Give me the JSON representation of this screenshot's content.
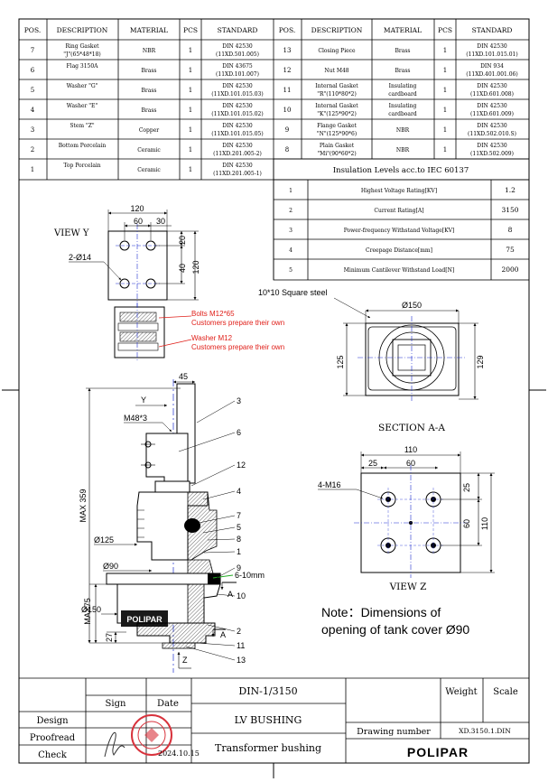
{
  "parts_table": {
    "headers": [
      "POS.",
      "DESCRIPTION",
      "MATERIAL",
      "PCS",
      "STANDARD"
    ],
    "left_rows": [
      {
        "pos": "7",
        "desc1": "Ring Gasket",
        "desc2": "\"J\"(65*48*18)",
        "material": "NBR",
        "pcs": "1",
        "std1": "DIN 42530",
        "std2": "(11XD.501.005)"
      },
      {
        "pos": "6",
        "desc1": "Flag 3150A",
        "desc2": "",
        "material": "Brass",
        "pcs": "1",
        "std1": "DIN 43675",
        "std2": "(11XD.101.007)"
      },
      {
        "pos": "5",
        "desc1": "Washer \"G\"",
        "desc2": "",
        "material": "Brass",
        "pcs": "1",
        "std1": "DIN 42530",
        "std2": "(11XD.101.015.03)"
      },
      {
        "pos": "4",
        "desc1": "Washer \"E\"",
        "desc2": "",
        "material": "Brass",
        "pcs": "1",
        "std1": "DIN 42530",
        "std2": "(11XD.101.015.02)"
      },
      {
        "pos": "3",
        "desc1": "Stem \"Z\"",
        "desc2": "",
        "material": "Copper",
        "pcs": "1",
        "std1": "DIN 42530",
        "std2": "(11XD.101.015.05)"
      },
      {
        "pos": "2",
        "desc1": "Bottom Porcelain",
        "desc2": "",
        "material": "Ceramic",
        "pcs": "1",
        "std1": "DIN 42530",
        "std2": "(11XD.201.005-2)"
      },
      {
        "pos": "1",
        "desc1": "Top Porcelain",
        "desc2": "",
        "material": "Ceramic",
        "pcs": "1",
        "std1": "DIN 42530",
        "std2": "(11XD.201.005-1)"
      }
    ],
    "right_rows": [
      {
        "pos": "13",
        "desc1": "Closing Piece",
        "desc2": "",
        "material": "Brass",
        "material2": "",
        "pcs": "1",
        "std1": "DIN 42530",
        "std2": "(11XD.101.015.01)"
      },
      {
        "pos": "12",
        "desc1": "Nut M48",
        "desc2": "",
        "material": "Brass",
        "material2": "",
        "pcs": "1",
        "std1": "DIN 934",
        "std2": "(11XD.401.001.06)"
      },
      {
        "pos": "11",
        "desc1": "Internal Gasket",
        "desc2": "\"R\"(110*80*2)",
        "material": "Insulating",
        "material2": "cardboard",
        "pcs": "1",
        "std1": "DIN 42530",
        "std2": "(11XD.601.008)"
      },
      {
        "pos": "10",
        "desc1": "Internal Gasket",
        "desc2": "\"K\"(125*90*2)",
        "material": "Insulating",
        "material2": "cardboard",
        "pcs": "1",
        "std1": "DIN 42530",
        "std2": "(11XD.601.009)"
      },
      {
        "pos": "9",
        "desc1": "Flange Gasket",
        "desc2": "\"N\"(125*90*6)",
        "material": "NBR",
        "material2": "",
        "pcs": "1",
        "std1": "DIN 42530",
        "std2": "(11XD.502.010.S)"
      },
      {
        "pos": "8",
        "desc1": "Plain Gasket",
        "desc2": "\"Mi\"(90*60*2)",
        "material": "NBR",
        "material2": "",
        "pcs": "1",
        "std1": "DIN 42530",
        "std2": "(11XD.502.009)"
      }
    ]
  },
  "insulation": {
    "title": "Insulation Levels acc.to IEC 60137",
    "rows": [
      {
        "no": "1",
        "label": "Highest Voltage Rating[KV]",
        "value": "1.2"
      },
      {
        "no": "2",
        "label": "Current Rating[A]",
        "value": "3150"
      },
      {
        "no": "3",
        "label": "Power-frequency Withstand Voltage[KV]",
        "value": "8"
      },
      {
        "no": "4",
        "label": "Creepage Distance[mm]",
        "value": "75"
      },
      {
        "no": "5",
        "label": "Minimum Cantilever Withstand Load[N]",
        "value": "2000"
      }
    ]
  },
  "view_y": {
    "title": "VIEW Y",
    "dim_120": "120",
    "dim_60": "60",
    "dim_30": "30",
    "dim_20": "20",
    "dim_40": "40",
    "dim_120v": "120",
    "holes": "2-Ø14",
    "bolts": "Bolts M12*65",
    "bolts_note": "Customers prepare their own",
    "washer": "Washer M12",
    "washer_note": "Customers prepare their own"
  },
  "section_aa": {
    "square_steel": "10*10  Square steel",
    "dia": "Ø150",
    "dim_125": "125",
    "dim_129": "129",
    "title": "SECTION A-A"
  },
  "view_z": {
    "dim_110": "110",
    "dim_25": "25",
    "dim_60": "60",
    "dim_25v": "25",
    "dim_60v": "60",
    "dim_110v": "110",
    "holes": "4-M16",
    "title": "VIEW Z"
  },
  "main_view": {
    "dim_45": "45",
    "y_label": "Y",
    "thread": "M48*3",
    "max359": "MAX 359",
    "max75": "MAX75",
    "d125": "Ø125",
    "d90": "Ø90",
    "d150": "Ø150",
    "dim_27": "27",
    "a_label": "A",
    "z_label": "Z",
    "gasket_gap": "6-10mm",
    "brand_plate": "POLIPAR",
    "callouts": [
      "3",
      "6",
      "12",
      "4",
      "7",
      "5",
      "8",
      "1",
      "9",
      "10",
      "2",
      "11",
      "13"
    ]
  },
  "note": {
    "line1": "Note：Dimensions of",
    "line2": "opening of tank cover Ø90"
  },
  "title_block": {
    "sign": "Sign",
    "date": "Date",
    "design": "Design",
    "proofread": "Proofread",
    "check": "Check",
    "date_value": "2024.10.15",
    "code": "DIN-1/3150",
    "name": "LV  BUSHING",
    "subtitle": "Transformer bushing",
    "weight": "Weight",
    "scale": "Scale",
    "drawing_number_label": "Drawing number",
    "drawing_number": "XD.3150.1.DIN",
    "logo": "POLIPAR"
  },
  "colors": {
    "line": "#000000",
    "center_line": "#1f2fd0",
    "red_note": "#e0201a",
    "green_leader": "#22aa22",
    "stamp": "#d8323c"
  }
}
